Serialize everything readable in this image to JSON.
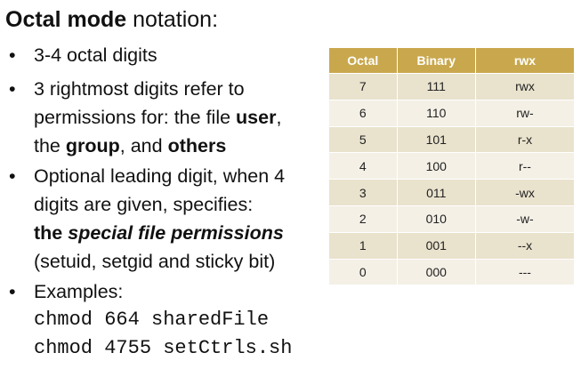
{
  "title": {
    "bold": "Octal mode",
    "rest": " notation:"
  },
  "bullets": {
    "b1": {
      "glyph": "•",
      "text": "3-4 octal digits"
    },
    "b2": {
      "glyph": "•",
      "line1": "3 rightmost digits refer to",
      "line2_pre": "permissions for: the file ",
      "line2_bold": "user",
      "line2_post": ",",
      "line3_pre": "the ",
      "line3_bold1": "group",
      "line3_mid": ", and ",
      "line3_bold2": "others"
    },
    "b3": {
      "glyph": "•",
      "line1": "Optional leading digit, when 4",
      "line2": "digits are given, specifies:",
      "line3_bold": "the ",
      "line3_bolditalic": "special file permissions",
      "line4": "(setuid, setgid and sticky bit)"
    },
    "b4": {
      "glyph": "•",
      "label": "Examples:",
      "code1": "chmod 664 sharedFile",
      "code2": "chmod 4755 setCtrls.sh"
    }
  },
  "table": {
    "headers": [
      "Octal",
      "Binary",
      "rwx"
    ],
    "rows": [
      [
        "7",
        "111",
        "rwx"
      ],
      [
        "6",
        "110",
        "rw-"
      ],
      [
        "5",
        "101",
        "r-x"
      ],
      [
        "4",
        "100",
        "r--"
      ],
      [
        "3",
        "011",
        "-wx"
      ],
      [
        "2",
        "010",
        "-w-"
      ],
      [
        "1",
        "001",
        "--x"
      ],
      [
        "0",
        "000",
        "---"
      ]
    ]
  },
  "colors": {
    "header_bg": "#c9a84d",
    "row_dark": "#e9e2cd",
    "row_light": "#f4f0e6"
  }
}
